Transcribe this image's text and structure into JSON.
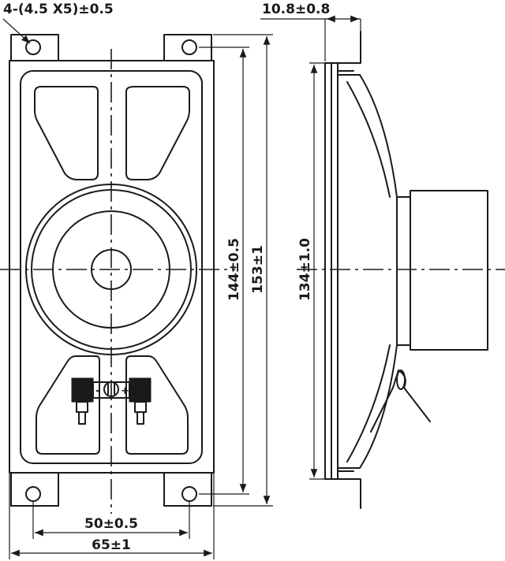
{
  "front_view": {
    "hole_note": "4-(4.5 X5)±0.5",
    "dims": {
      "inner_height": "144±0.5",
      "outer_height": "153±1",
      "hole_spacing": "50±0.5",
      "overall_width": "65±1"
    },
    "terminals": {
      "minus": "-",
      "plus": "+"
    }
  },
  "side_view": {
    "dims": {
      "depth": "10.8±0.8",
      "frame_height": "134±1.0"
    }
  }
}
